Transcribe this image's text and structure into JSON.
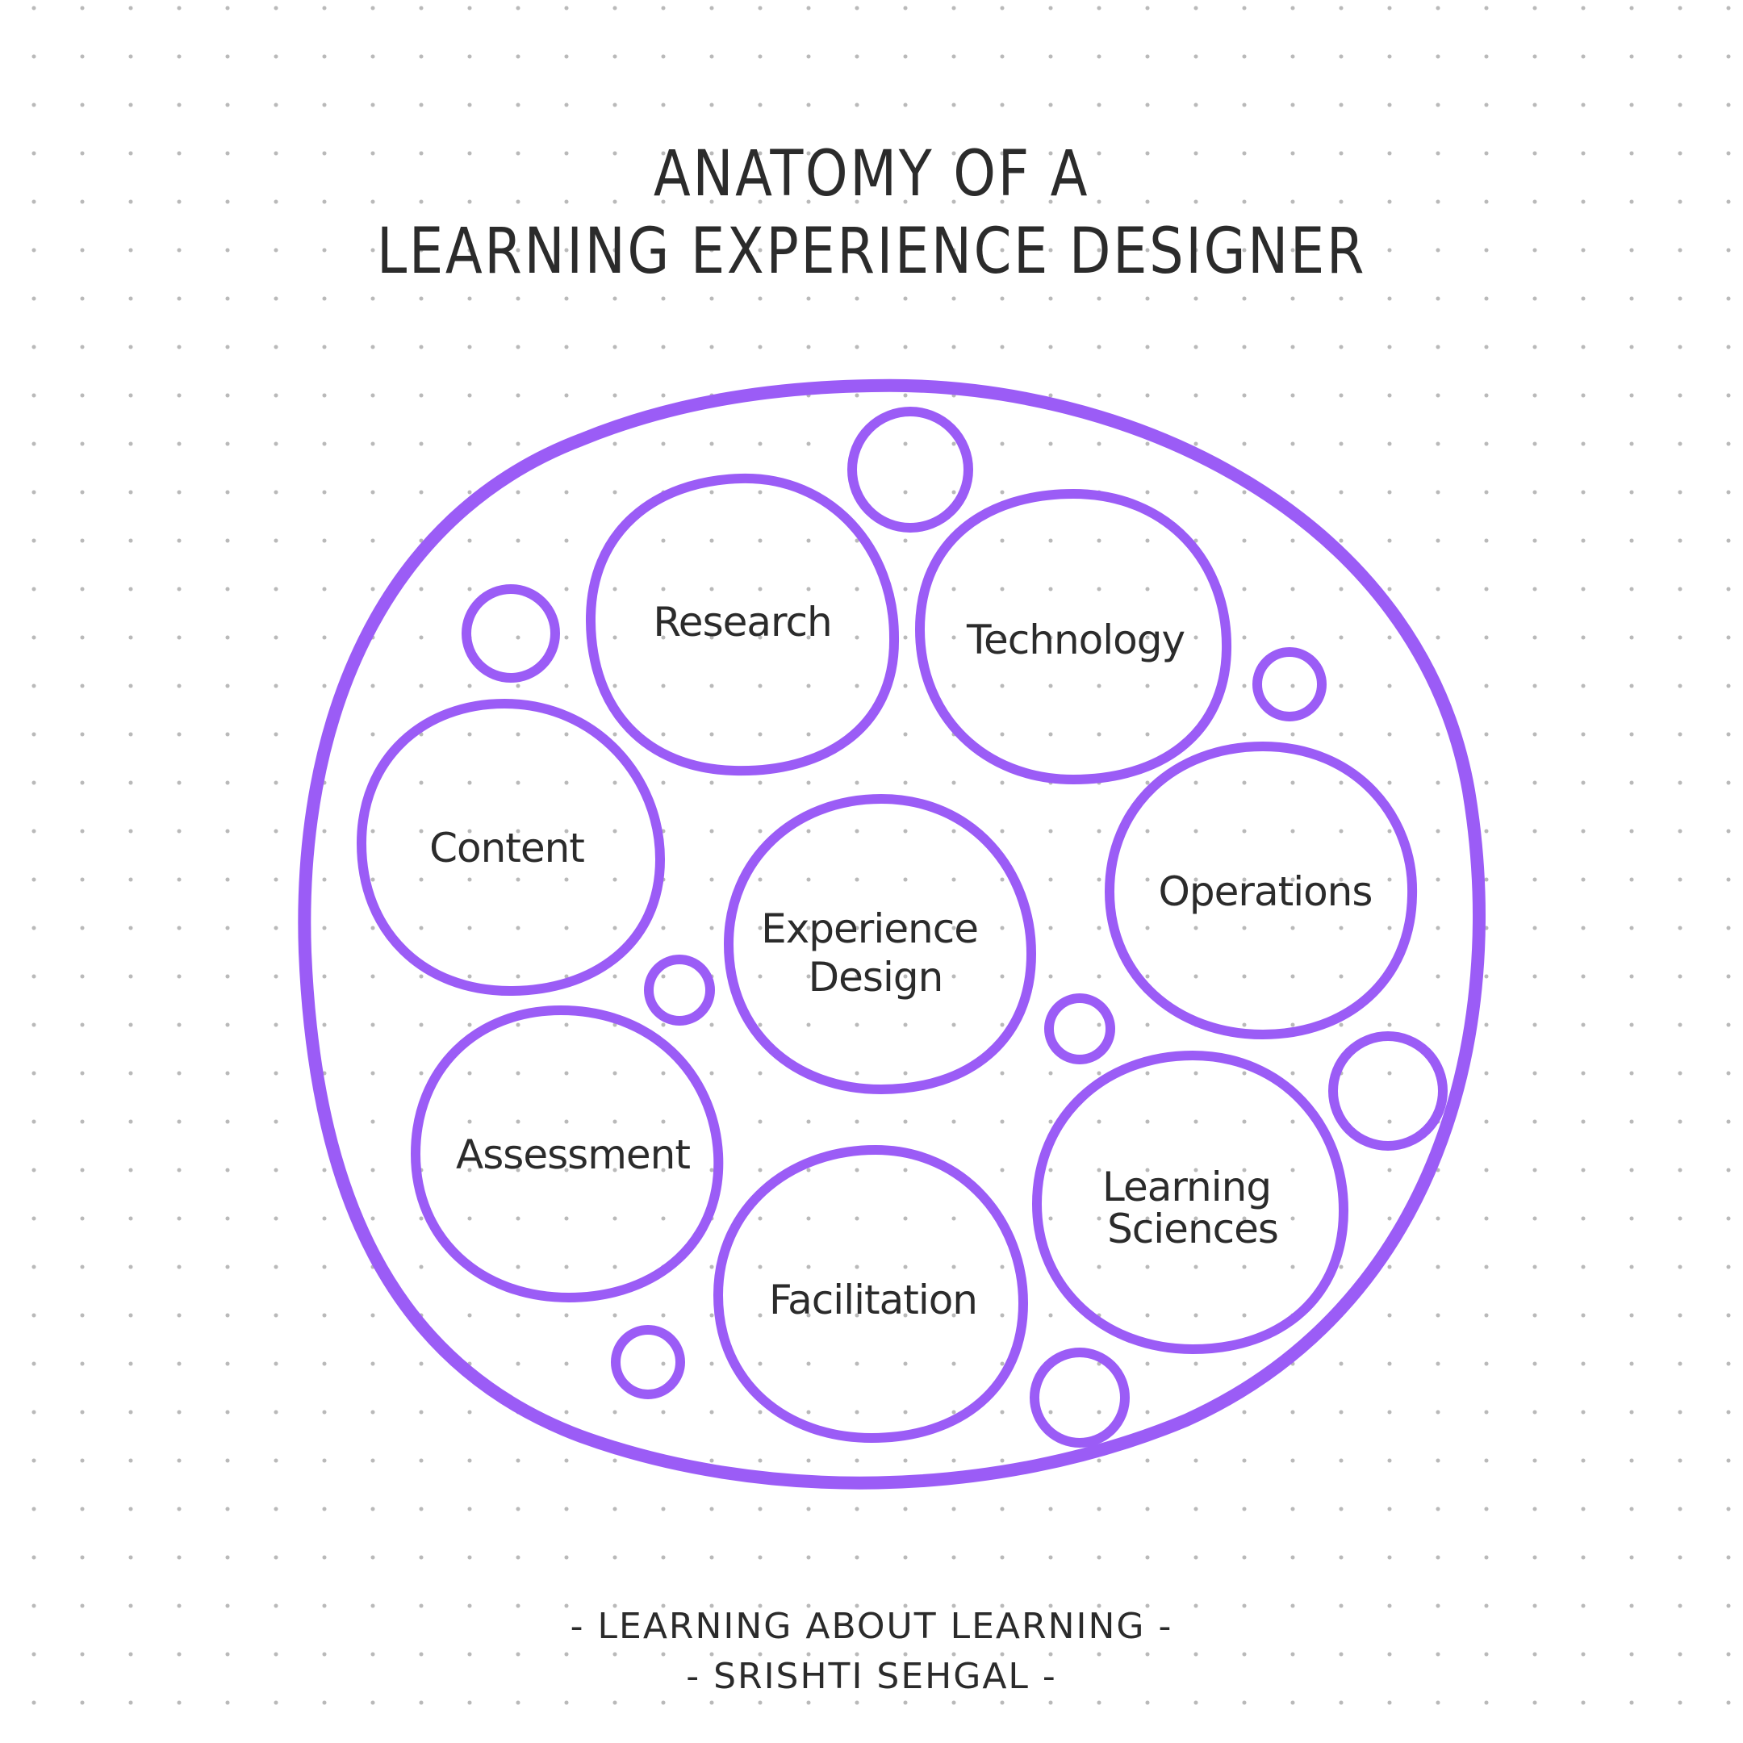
{
  "title": {
    "line1": "ANATOMY OF A",
    "line2": "LEARNING EXPERIENCE DESIGNER"
  },
  "nodes": [
    {
      "id": "research",
      "label": [
        "Research"
      ]
    },
    {
      "id": "technology",
      "label": [
        "Technology"
      ]
    },
    {
      "id": "content",
      "label": [
        "Content"
      ]
    },
    {
      "id": "experience-design",
      "label": [
        "Experience",
        "Design"
      ]
    },
    {
      "id": "operations",
      "label": [
        "Operations"
      ]
    },
    {
      "id": "assessment",
      "label": [
        "Assessment"
      ]
    },
    {
      "id": "facilitation",
      "label": [
        "Facilitation"
      ]
    },
    {
      "id": "learning-sciences",
      "label": [
        "Learning",
        "Sciences"
      ]
    }
  ],
  "footer": {
    "line1": "- LEARNING ABOUT LEARNING -",
    "line2": "- SRISHTI SEHGAL -"
  },
  "colors": {
    "accent": "#9b5cf6",
    "text": "#2b2b2b",
    "dots": "#b9b9b9",
    "background": "#ffffff"
  }
}
